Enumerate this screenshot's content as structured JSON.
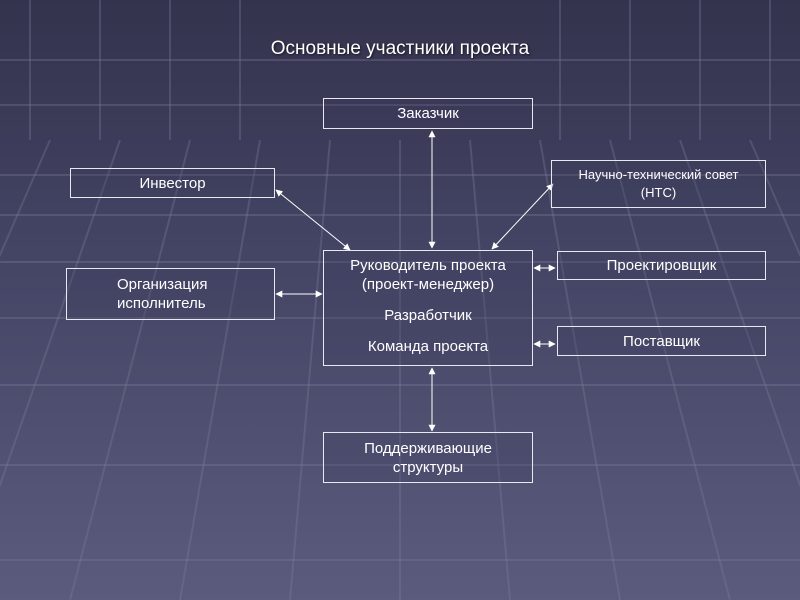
{
  "title": "Основные участники проекта",
  "nodes": {
    "customer": "Заказчик",
    "investor": "Инвестор",
    "ntc_line1": "Научно-технический совет",
    "ntc_line2": "(НТС)",
    "executor_line1": "Организация",
    "executor_line2": "исполнитель",
    "center_line1": "Руководитель проекта",
    "center_line2": "(проект-менеджер)",
    "center_line3": "Разработчик",
    "center_line4": "Команда проекта",
    "designer": "Проектировщик",
    "supplier": "Поставщик",
    "support_line1": "Поддерживающие",
    "support_line2": "структуры"
  },
  "colors": {
    "background_top": "#33334d",
    "background_bottom": "#5b5b7d",
    "line": "#ffffff",
    "box_border": "#e8e8f0"
  }
}
